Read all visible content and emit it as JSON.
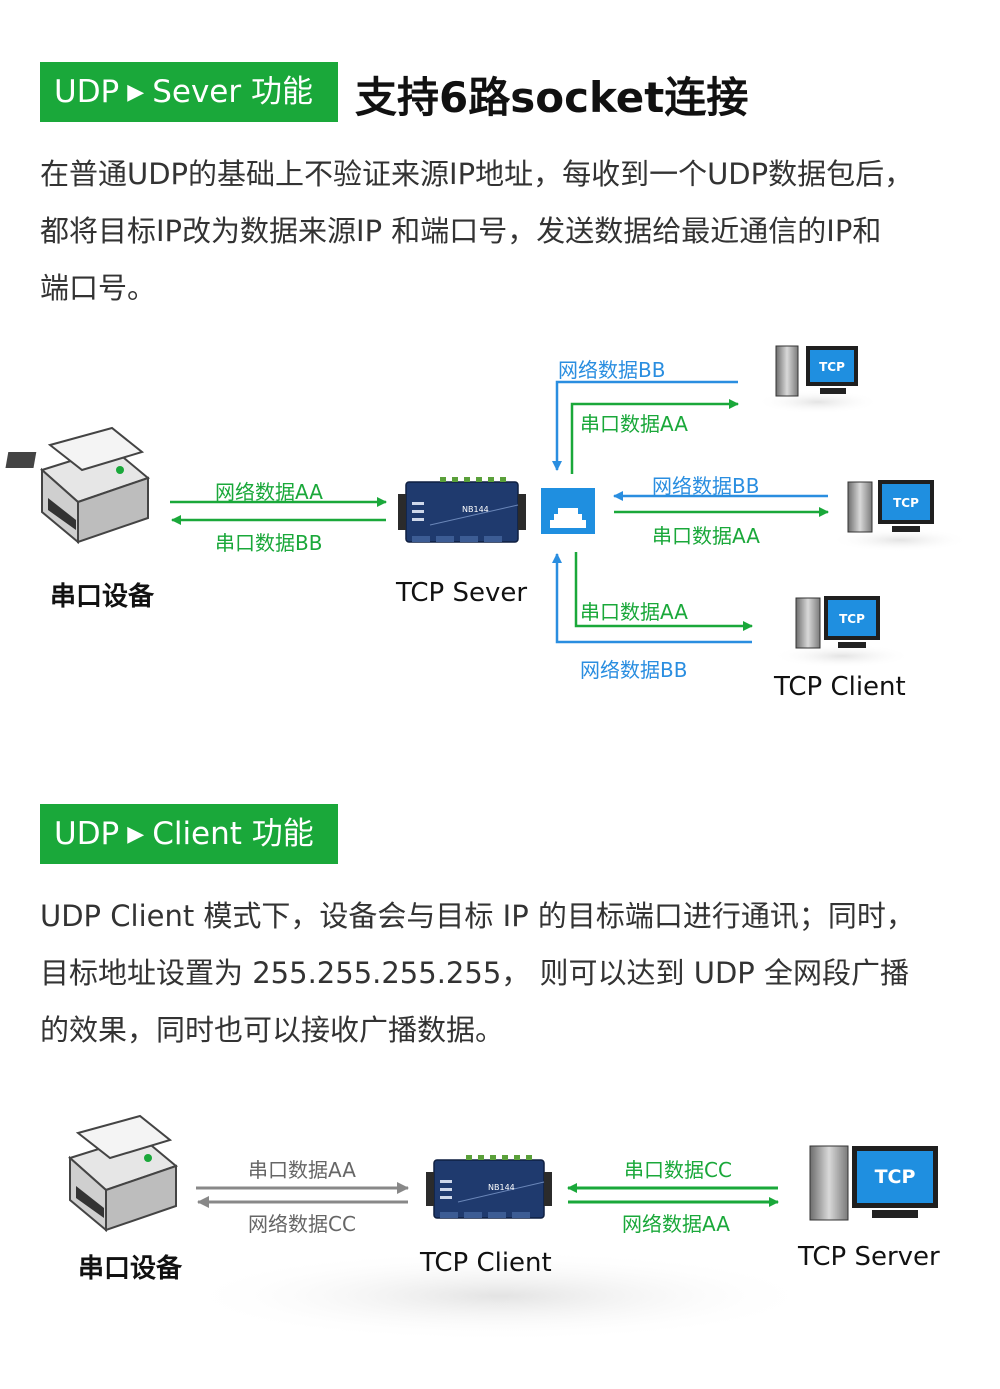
{
  "section1": {
    "tag": {
      "left": "UDP",
      "right": "Sever 功能"
    },
    "headline": "支持6路socket连接",
    "paragraph": [
      "在普通UDP的基础上不验证来源IP地址，每收到一个UDP数据包后，",
      "都将目标IP改为数据来源IP 和端口号，发送数据给最近通信的IP和",
      "端口号。"
    ],
    "diagram": {
      "serial_device_label": "串口设备",
      "server_label": "TCP Sever",
      "client_label": "TCP Client",
      "pc_screen_text": "TCP",
      "device_chip_text": "NB144",
      "link_serial_to_server": "网络数据AA",
      "link_server_to_serial": "串口数据BB",
      "top_in": "网络数据BB",
      "top_out": "串口数据AA",
      "mid_in": "网络数据BB",
      "mid_out": "串口数据AA",
      "bot_out": "串口数据AA",
      "bot_in": "网络数据BB"
    }
  },
  "section2": {
    "tag": {
      "left": "UDP",
      "right": "Client 功能"
    },
    "paragraph": [
      "UDP Client 模式下，设备会与目标 IP 的目标端口进行通讯；同时，",
      "目标地址设置为 255.255.255.255，  则可以达到 UDP 全网段广播",
      "的效果，同时也可以接收广播数据。"
    ],
    "diagram": {
      "serial_device_label": "串口设备",
      "client_label": "TCP Client",
      "server_label": "TCP Server",
      "pc_screen_text": "TCP",
      "device_chip_text": "NB144",
      "left_top": "串口数据AA",
      "left_bottom": "网络数据CC",
      "right_top": "串口数据CC",
      "right_bottom": "网络数据AA"
    }
  },
  "colors": {
    "green": "#1aa83a",
    "blue": "#2a8ee0",
    "gray": "#888888",
    "device_blue": "#1f3a6e"
  },
  "icons": [
    "printer-icon",
    "serial-server-device-icon",
    "network-switch-icon",
    "desktop-pc-icon",
    "arrow-right-icon"
  ]
}
